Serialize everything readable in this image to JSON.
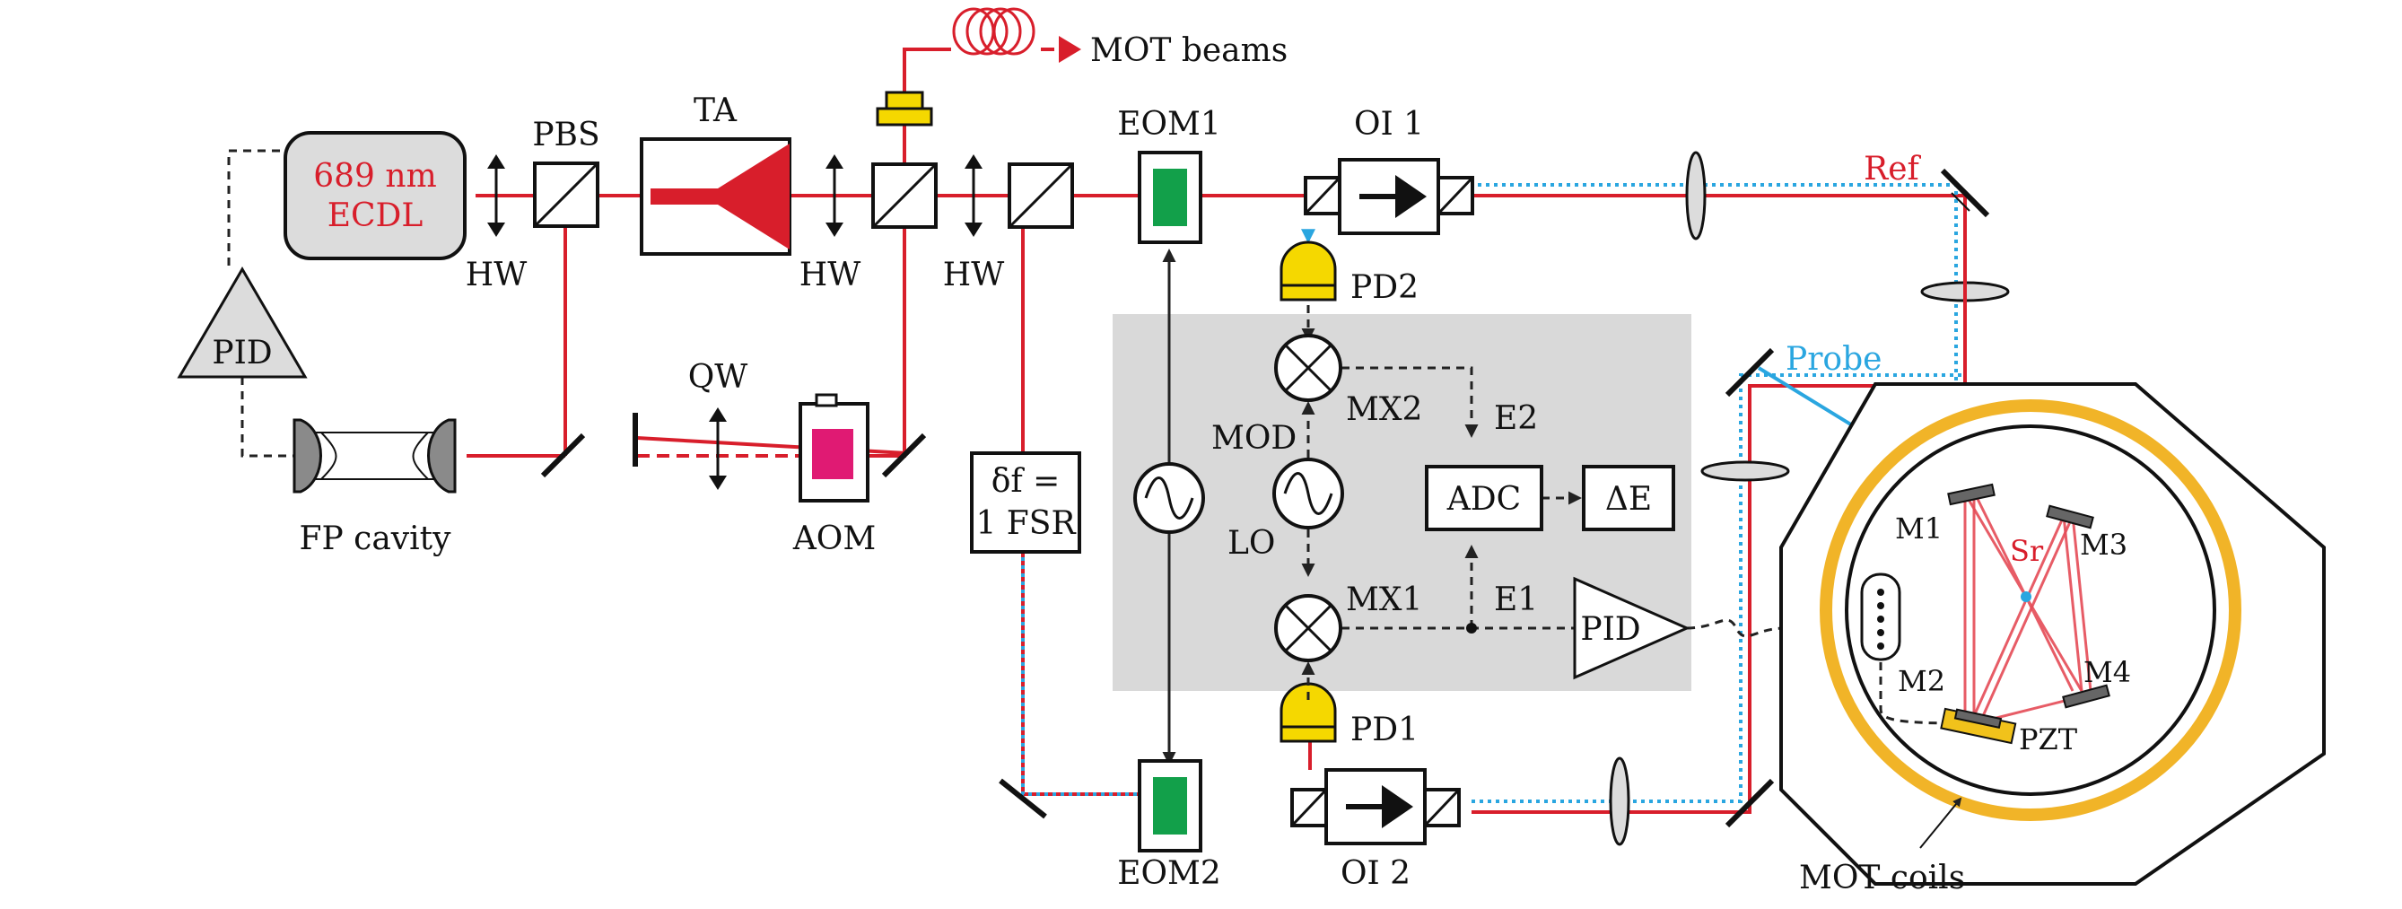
{
  "labels": {
    "laser_line1": "689 nm",
    "laser_line2": "ECDL",
    "pbs": "PBS",
    "ta": "TA",
    "hw1": "HW",
    "hw2": "HW",
    "hw3": "HW",
    "pid_left": "PID",
    "fp_cavity": "FP cavity",
    "qw": "QW",
    "aom": "AOM",
    "mot_beams": "MOT beams",
    "eom1": "EOM1",
    "eom2": "EOM2",
    "oi1": "OI 1",
    "oi2": "OI 2",
    "pd1": "PD1",
    "pd2": "PD2",
    "mx1": "MX1",
    "mx2": "MX2",
    "e1": "E1",
    "e2": "E2",
    "adc": "ADC",
    "delta_e": "ΔE",
    "mod": "MOD",
    "lo": "LO",
    "pid_right": "PID",
    "fsr_line1": "δf =",
    "fsr_line2": "1 FSR",
    "ref": "Ref",
    "probe": "Probe",
    "m1": "M1",
    "m2": "M2",
    "m3": "M3",
    "m4": "M4",
    "sr": "Sr",
    "pzt": "PZT",
    "mot_coils": "MOT coils"
  },
  "colors": {
    "laser_beam": "#d81e2b",
    "probe_beam": "#2aa6e0",
    "eom_crystal": "#12a04a",
    "aom_crystal": "#e01a73",
    "detector": "#f5d800",
    "mot_coil": "#f1b428",
    "electronics_panel": "#d9d9d9",
    "laser_text": "#d81e2b"
  }
}
